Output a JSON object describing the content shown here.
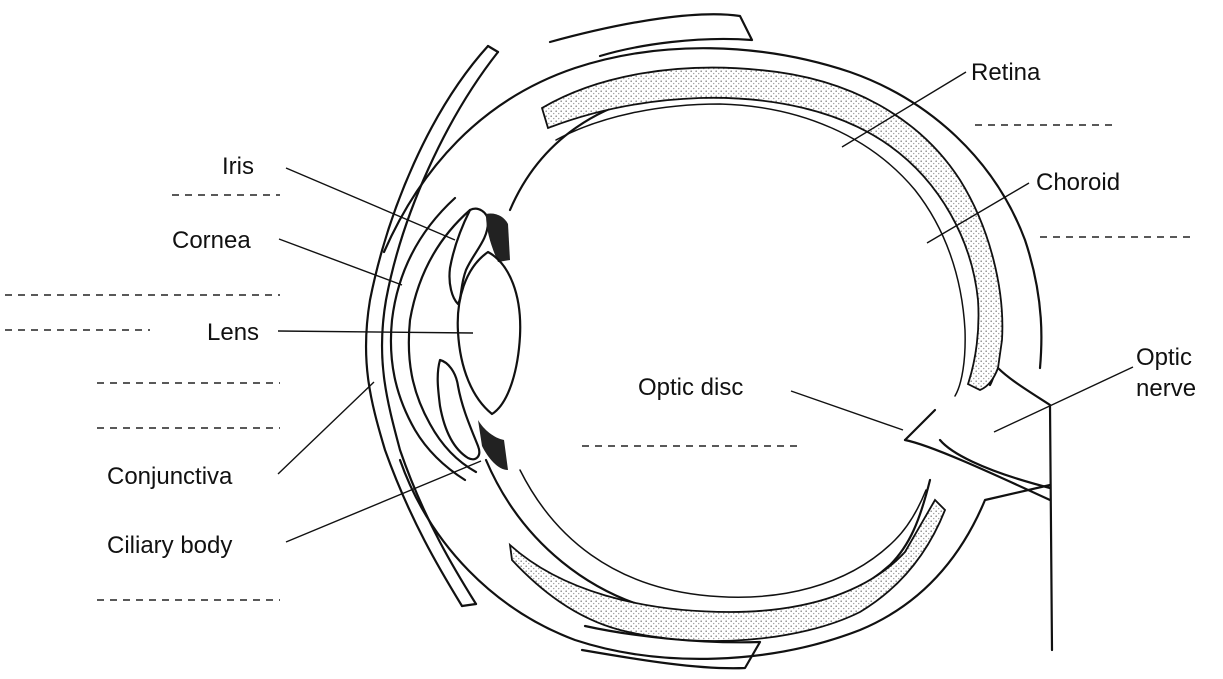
{
  "labels": {
    "iris": "Iris",
    "cornea": "Cornea",
    "lens": "Lens",
    "conjunctiva": "Conjunctiva",
    "ciliary_body": "Ciliary body",
    "retina": "Retina",
    "choroid": "Choroid",
    "optic_disc": "Optic disc",
    "optic_nerve_line1": "Optic",
    "optic_nerve_line2": "nerve"
  },
  "colors": {
    "ink": "#111111",
    "background": "#ffffff",
    "stipple": "#9a9a9a"
  }
}
